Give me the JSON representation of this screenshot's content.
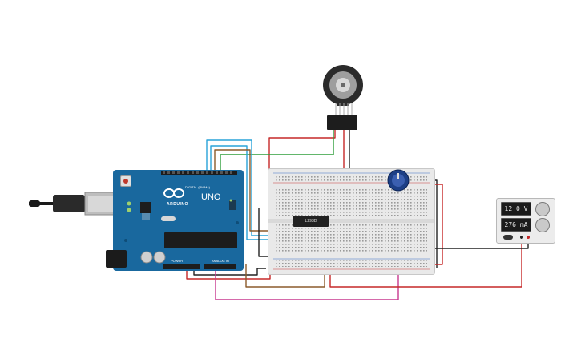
{
  "board": {
    "logo_text": "ARDUINO",
    "model": "UNO",
    "digital_header_label": "DIGITAL (PWM~)",
    "power_label": "POWER",
    "analog_label": "ANALOG IN"
  },
  "driver_chip": {
    "label": "L293D"
  },
  "power_supply": {
    "voltage": "12.0 V",
    "current": "276 mA"
  },
  "colors": {
    "wire_red": "#c62828",
    "wire_black": "#222222",
    "wire_blue": "#29a3d8",
    "wire_brown": "#8b5a2b",
    "wire_green": "#2e9e3a",
    "wire_pink": "#c8388f",
    "board_blue": "#19689e"
  },
  "icons": {
    "motor": "dc-motor-with-encoder-icon",
    "potentiometer": "potentiometer-icon",
    "usb": "usb-plug-icon"
  }
}
